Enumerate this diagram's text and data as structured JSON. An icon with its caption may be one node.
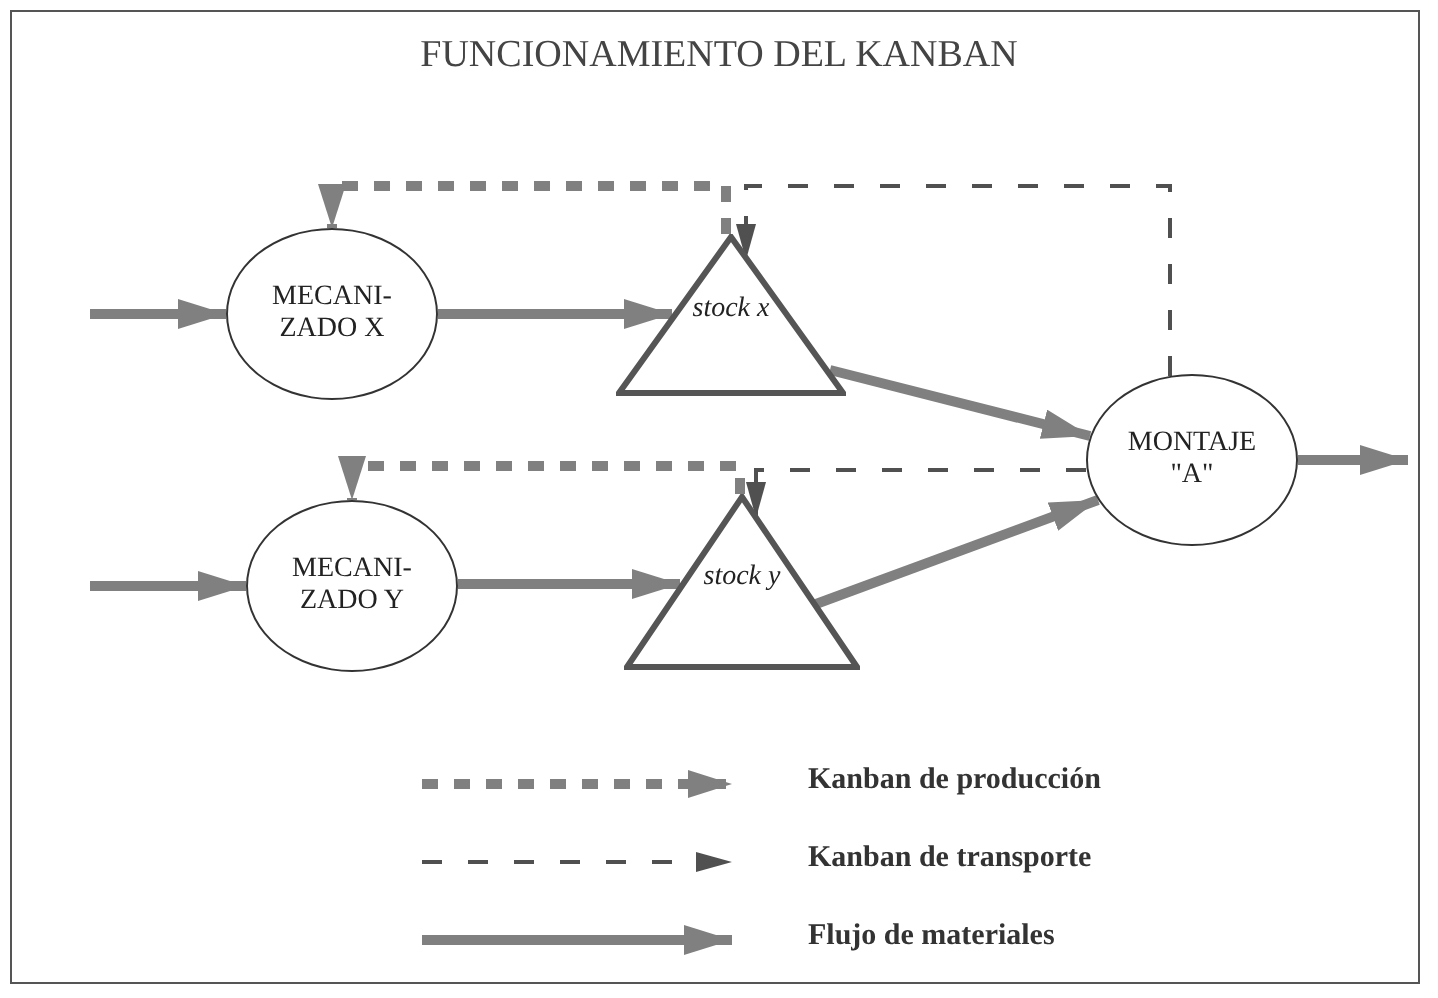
{
  "diagram": {
    "title": "FUNCIONAMIENTO DEL KANBAN",
    "nodes": [
      {
        "text": [
          "MECANI- ZADO X"
        ]
      },
      {
        "text": [
          "stock x"
        ]
      },
      {
        "text": [
          "MONTAJE \"A\""
        ]
      },
      {
        "text": [
          "MECANI- ZADO Y"
        ]
      },
      {
        "text": [
          "stock y"
        ]
      }
    ],
    "edges": [
      {
        "from": null,
        "to": 0,
        "arrow": "to"
      },
      {
        "from": 0,
        "to": 1,
        "arrow": "to"
      },
      {
        "from": 1,
        "to": 2,
        "arrow": "to"
      },
      {
        "from": null,
        "to": 3,
        "arrow": "to"
      },
      {
        "from": 3,
        "to": 4,
        "arrow": "to"
      },
      {
        "from": 4,
        "to": 2,
        "arrow": "to"
      },
      {
        "from": 2,
        "to": null,
        "arrow": "to"
      },
      {
        "from": 1,
        "to": 0,
        "arrow": "to",
        "style": "dashed"
      },
      {
        "from": 2,
        "to": 1,
        "arrow": "to",
        "style": "dashed",
        "color": "#505050"
      },
      {
        "from": 4,
        "to": 3,
        "arrow": "to",
        "style": "dashed"
      },
      {
        "from": 2,
        "to": 4,
        "arrow": "to",
        "style": "dashed",
        "color": "#505050"
      }
    ],
    "legend": [
      {
        "text": "Kanban de producción"
      },
      {
        "text": "Kanban de transporte"
      },
      {
        "text": "Flujo de materiales"
      }
    ]
  }
}
